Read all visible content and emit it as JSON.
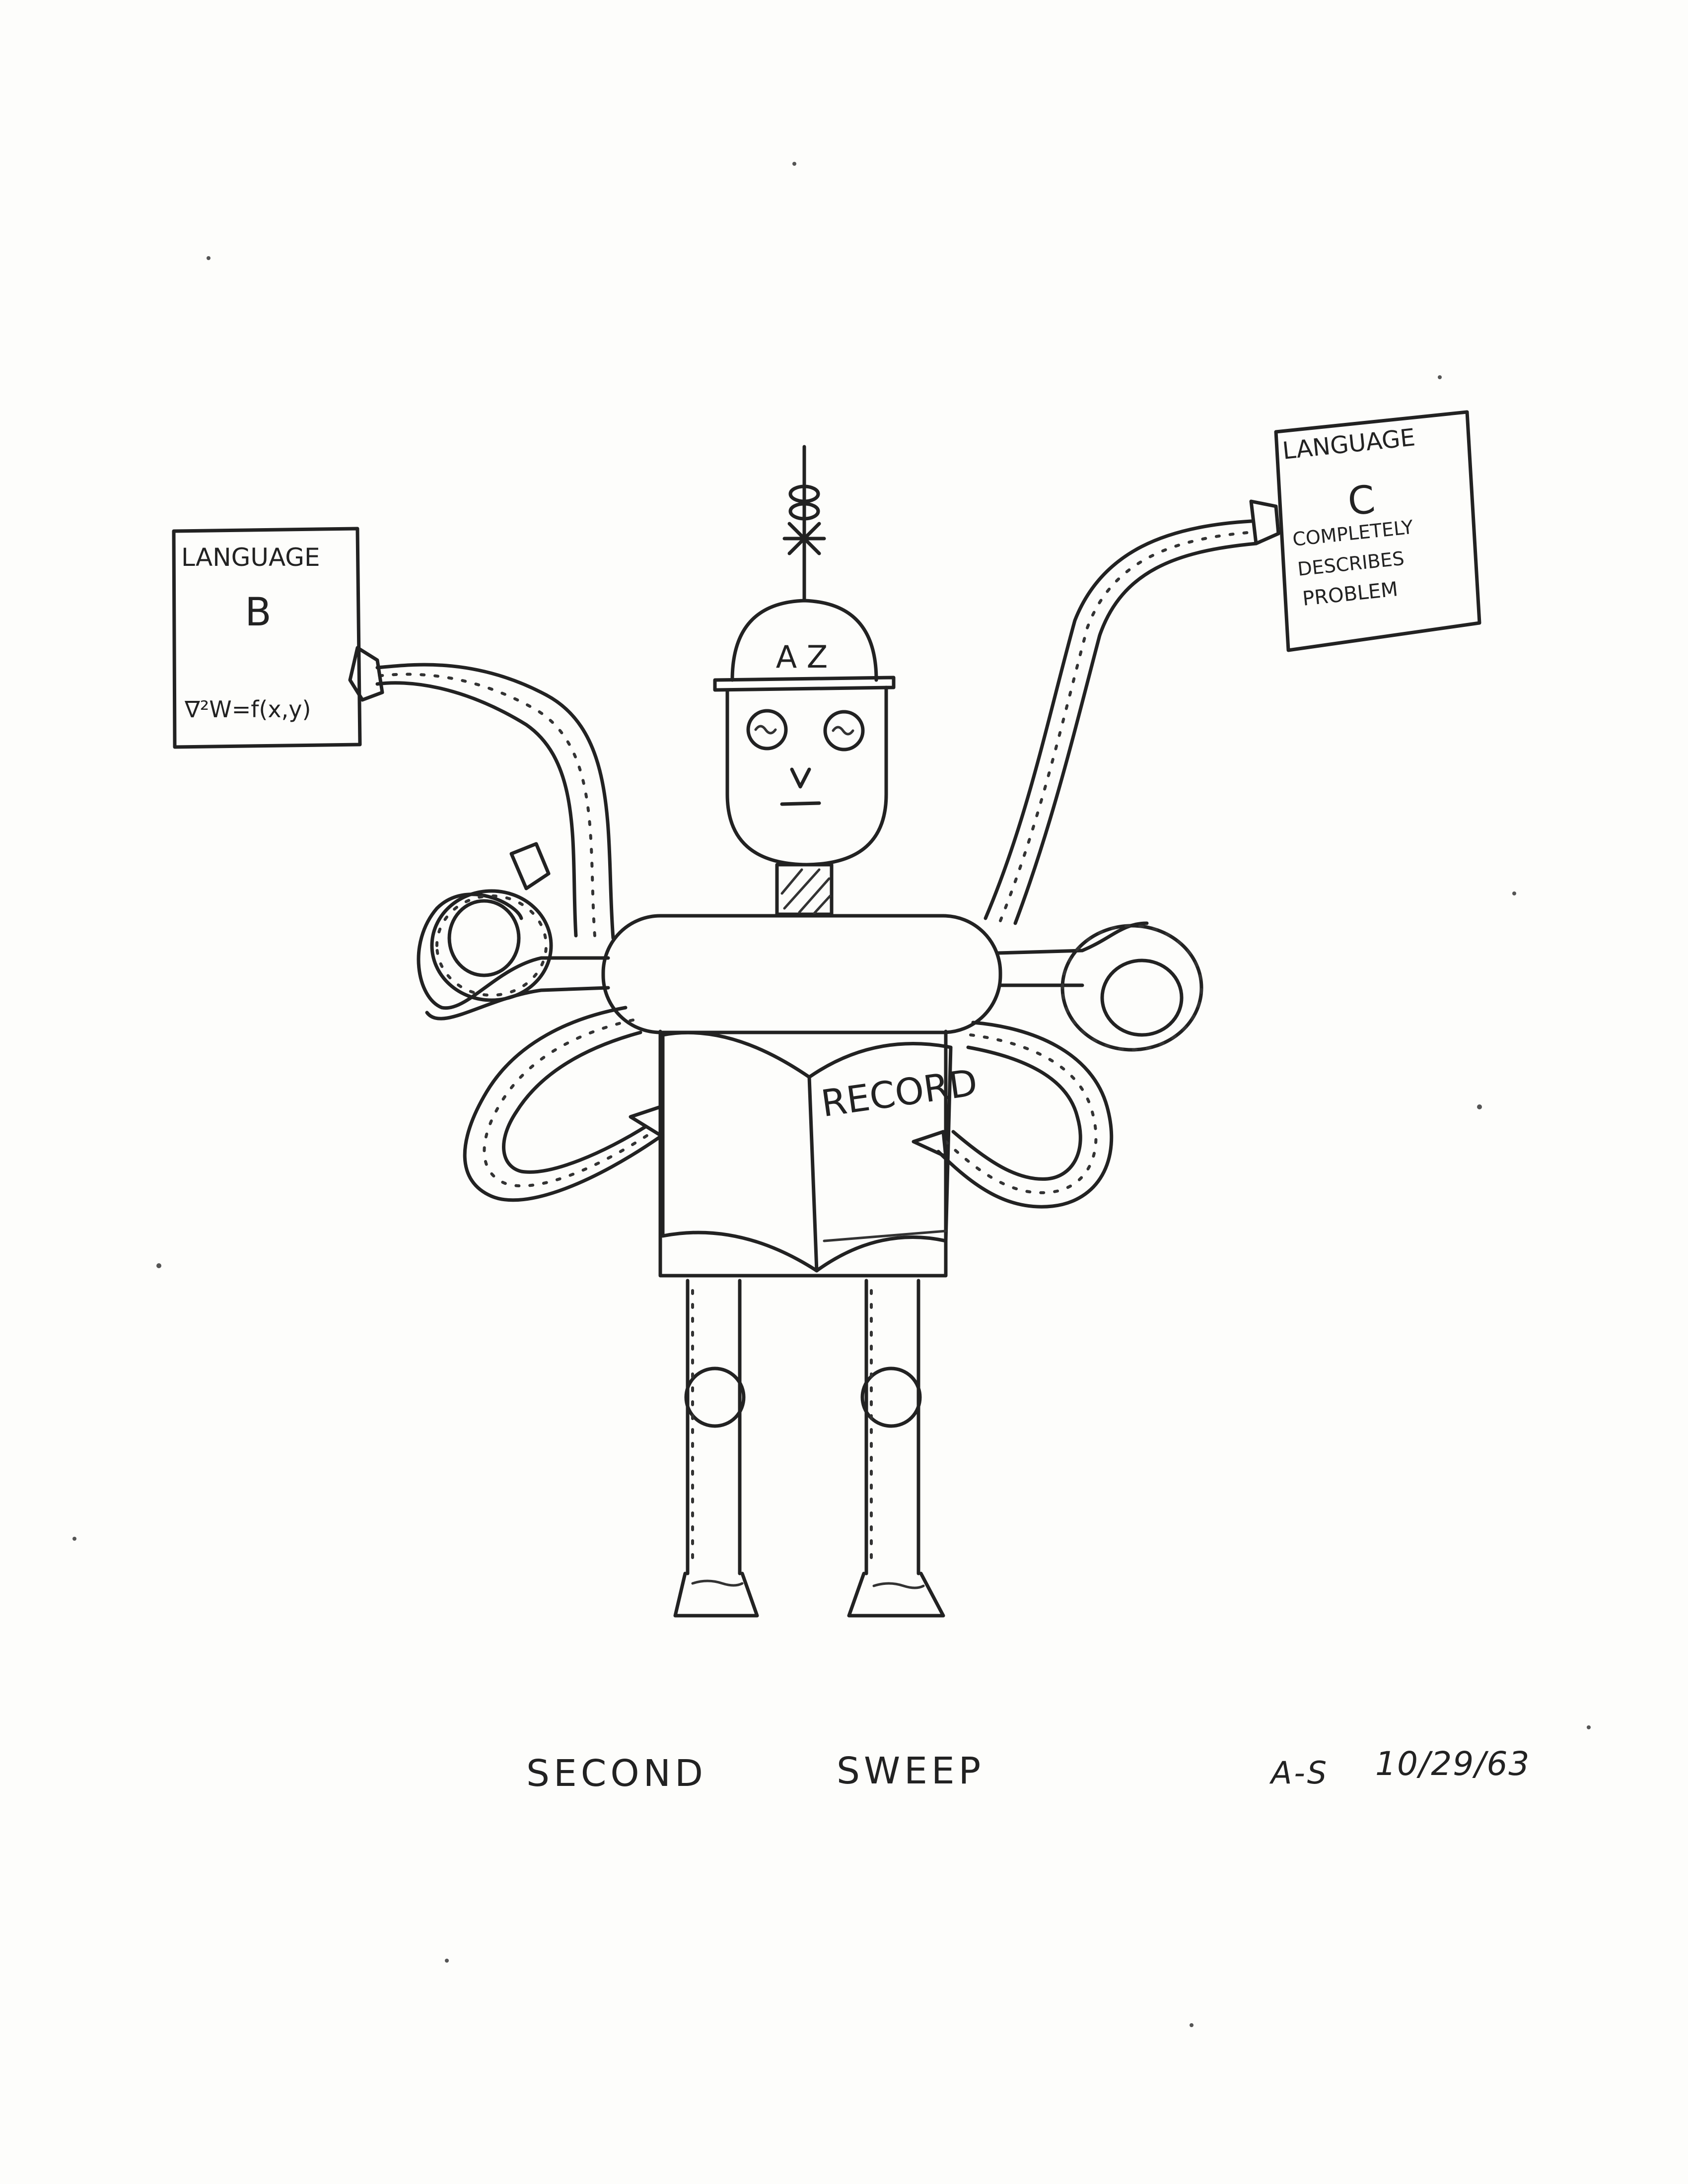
{
  "drawing": {
    "title_words": [
      "SECOND",
      "SWEEP"
    ],
    "signature": "A-S",
    "date": "10/29/63"
  },
  "robot": {
    "helmet_text": "A Z",
    "book_text": "RECORD"
  },
  "card_b": {
    "heading": "LANGUAGE",
    "letter": "B",
    "formula": "∇²W=f(x,y)"
  },
  "card_c": {
    "heading": "LANGUAGE",
    "letter": "C",
    "lines": [
      "COMPLETELY",
      "DESCRIBES",
      "PROBLEM"
    ]
  }
}
